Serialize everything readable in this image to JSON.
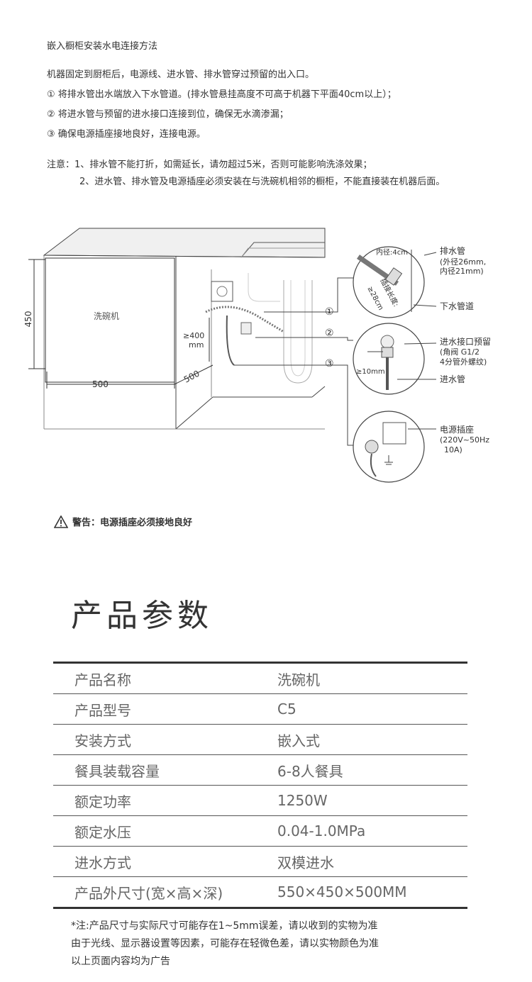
{
  "install": {
    "title": "嵌入橱柜安装水电连接方法",
    "intro": "机器固定到厨柜后，电源线、进水管、排水管穿过预留的出入口。",
    "steps": [
      "① 将排水管出水端放入下水管道。(排水管悬挂高度不可高于机器下平面40cm以上）；",
      "② 将进水管与预留的进水接口连接到位，确保无水滴渗漏；",
      "③ 确保电源插座接地良好，连接电源。"
    ],
    "notes": [
      "注意：1、排水管不能打折，如需延长，请勿超过5米，否则可能影响洗涤效果；",
      "2、进水管、排水管及电源插座必须安装在与洗碗机相邻的橱柜，不能直接装在机器后面。"
    ]
  },
  "diagram": {
    "machine_label": "洗碗机",
    "dim_height": "450",
    "dim_width": "500",
    "dim_depth": "500",
    "dim_hose_a": "≥400",
    "dim_hose_b": "mm",
    "num1": "①",
    "num2": "②",
    "num3": "③",
    "c1_inner": "内径:4cm",
    "c1_insert_a": "插接长度:",
    "c1_insert_b": "≥28cm",
    "c2_gap": "≥10mm",
    "callouts": {
      "drain_title": "排水管",
      "drain_d1": "(外径26mm,",
      "drain_d2": "内径21mm)",
      "sewer": "下水管道",
      "inlet_title": "进水接口预留",
      "inlet_d1": "(角阀 G1/2",
      "inlet_d2": "4分管外螺纹)",
      "inlet_pipe": "进水管",
      "socket_title": "电源插座",
      "socket_d1": "(220V~50Hz",
      "socket_d2": "10A)"
    }
  },
  "warning": "警告：电源插座必须接地良好",
  "params": {
    "title": "产品参数",
    "rows": [
      {
        "k": "产品名称",
        "v": "洗碗机"
      },
      {
        "k": "产品型号",
        "v": "C5"
      },
      {
        "k": "安装方式",
        "v": "嵌入式"
      },
      {
        "k": "餐具装载容量",
        "v": "6-8人餐具"
      },
      {
        "k": "额定功率",
        "v": "1250W"
      },
      {
        "k": "额定水压",
        "v": "0.04-1.0MPa"
      },
      {
        "k": "进水方式",
        "v": "双模进水"
      },
      {
        "k": "产品外尺寸(宽×高×深)",
        "v": "550×450×500MM"
      }
    ]
  },
  "disclaimer": [
    "*注:产品尺寸与实际尺寸可能存在1~5mm误差，请以收到的实物为准",
    "由于光线、显示器设置等因素，可能存在轻微色差，请以实物颜色为准",
    "以上页面内容均为广告"
  ]
}
